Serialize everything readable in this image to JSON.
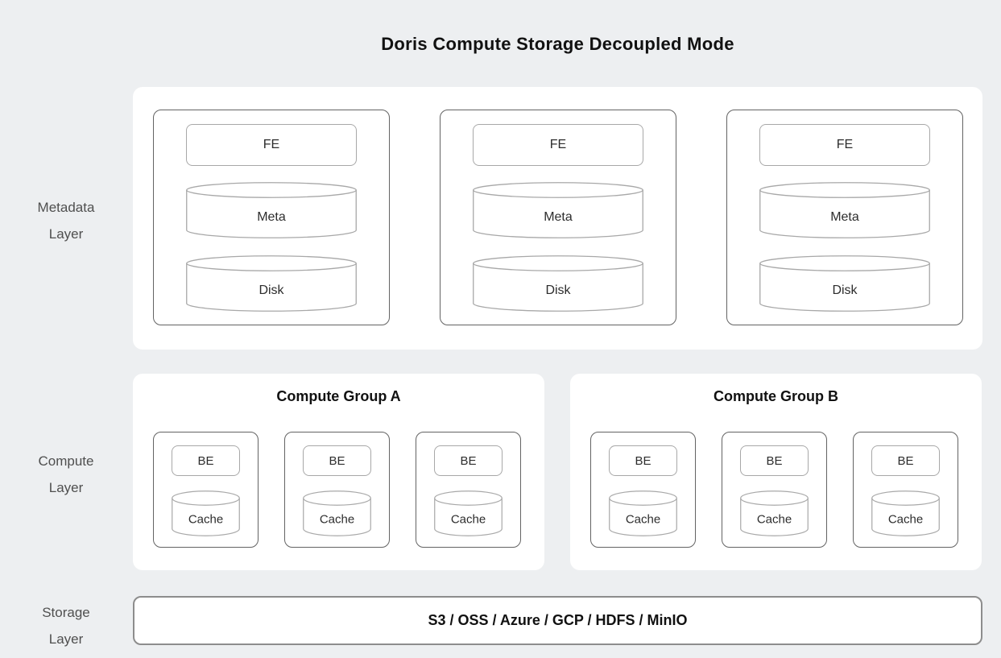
{
  "title": "Doris Compute Storage Decoupled Mode",
  "layers": {
    "metadata": {
      "label_lines": [
        "Metadata",
        "Layer"
      ],
      "nodes": [
        {
          "fe": "FE",
          "meta": "Meta",
          "disk": "Disk"
        },
        {
          "fe": "FE",
          "meta": "Meta",
          "disk": "Disk"
        },
        {
          "fe": "FE",
          "meta": "Meta",
          "disk": "Disk"
        }
      ]
    },
    "compute": {
      "label_lines": [
        "Compute",
        "Layer"
      ],
      "groups": [
        {
          "title": "Compute Group A",
          "nodes": [
            {
              "be": "BE",
              "cache": "Cache"
            },
            {
              "be": "BE",
              "cache": "Cache"
            },
            {
              "be": "BE",
              "cache": "Cache"
            }
          ]
        },
        {
          "title": "Compute Group B",
          "nodes": [
            {
              "be": "BE",
              "cache": "Cache"
            },
            {
              "be": "BE",
              "cache": "Cache"
            },
            {
              "be": "BE",
              "cache": "Cache"
            }
          ]
        }
      ]
    },
    "storage": {
      "label_lines": [
        "Storage",
        "Layer"
      ],
      "services_text": "S3 / OSS / Azure / GCP / HDFS / MinIO"
    }
  },
  "colors": {
    "background": "#edeff1",
    "panel": "#ffffff",
    "node_border": "#636363",
    "shape_border": "#a8a8a8",
    "storage_border": "#8d8d8d",
    "title_text": "#111111",
    "label_text": "#2d2d2d",
    "side_label_text": "#4f4f4f"
  }
}
